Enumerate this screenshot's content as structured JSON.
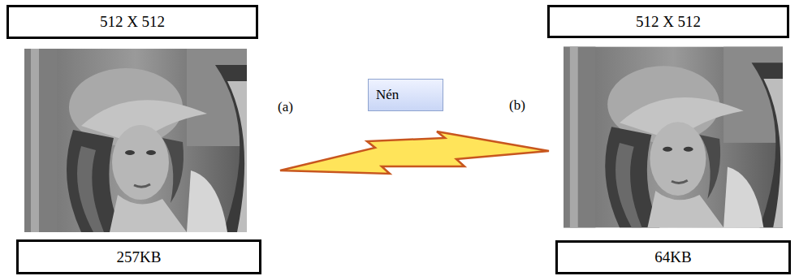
{
  "diagram": {
    "nodes": [
      {
        "text": [
          "512 X 512"
        ]
      },
      {
        "text": [
          "Nén"
        ]
      },
      {
        "text": [
          "512 X 512"
        ]
      },
      {
        "text": [
          "257KB"
        ]
      },
      {
        "text": [
          "64KB"
        ]
      }
    ],
    "labels": [
      "(a)",
      "(b)"
    ]
  }
}
